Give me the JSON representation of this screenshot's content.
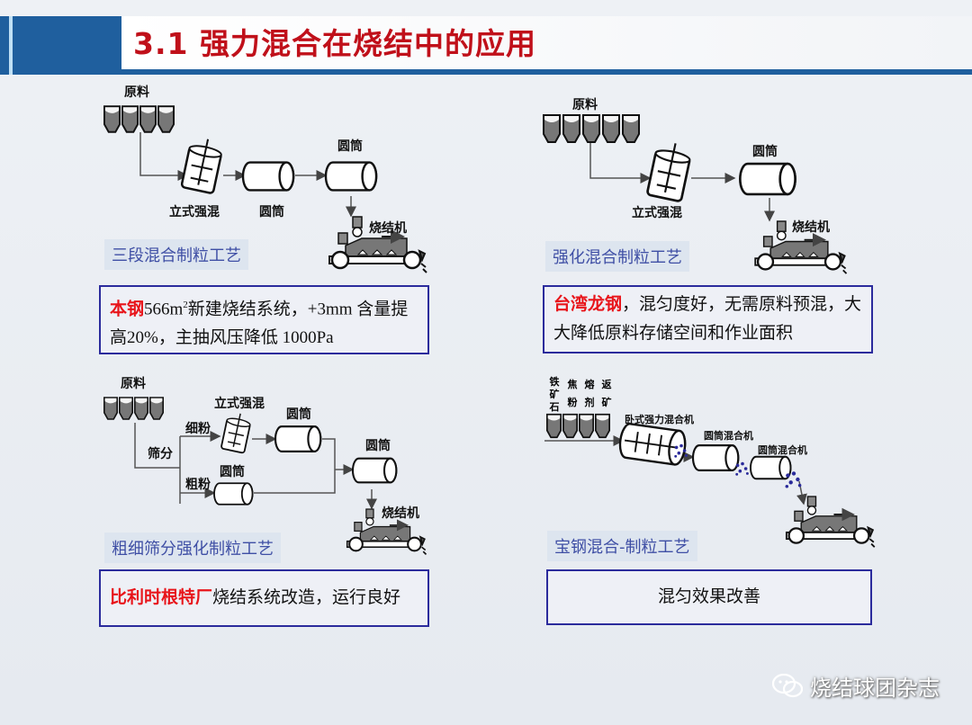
{
  "title": "3.1 强力混合在烧结中的应用",
  "colors": {
    "accent_blue": "#1f5f9e",
    "title_red": "#c0101a",
    "highlight_red": "#e8141a",
    "box_border": "#2b2b9c",
    "tag_text": "#3f4fa5"
  },
  "panel1": {
    "raw": "原料",
    "mixer": "立式强混",
    "drum1": "圆筒",
    "drum2": "圆筒",
    "sinter": "烧结机",
    "tag": "三段混合制粒工艺",
    "note_red": "本钢",
    "note_a": "566m",
    "note_sup": "2",
    "note_b": "新建烧结系统，+3mm 含量提高20%，主抽风压降低 1000Pa"
  },
  "panel2": {
    "raw": "原料",
    "mixer": "立式强混",
    "drum": "圆筒",
    "sinter": "烧结机",
    "tag": "强化混合制粒工艺",
    "note_red": "台湾龙钢",
    "note_b": "，混匀度好，无需原料预混，大大降低原料存储空间和作业面积"
  },
  "panel3": {
    "raw": "原料",
    "screen": "筛分",
    "fine": "细粉",
    "coarse": "粗粉",
    "mixer": "立式强混",
    "drum_fine": "圆筒",
    "drum_coarse": "圆筒",
    "drum_merge": "圆筒",
    "sinter": "烧结机",
    "tag": "粗细筛分强化制粒工艺",
    "note_red": "比利时根特厂",
    "note_b": "烧结系统改造，运行良好"
  },
  "panel4": {
    "materials": [
      "铁矿石",
      "焦粉",
      "熔剂",
      "返矿"
    ],
    "mixer": "卧式强力混合机",
    "drum1": "圆筒混合机",
    "drum2": "圆筒混合机",
    "tag": "宝钢混合-制粒工艺",
    "note": "混匀效果改善"
  },
  "watermark": {
    "icon": "wechat-icon",
    "text": "烧结球团杂志"
  }
}
